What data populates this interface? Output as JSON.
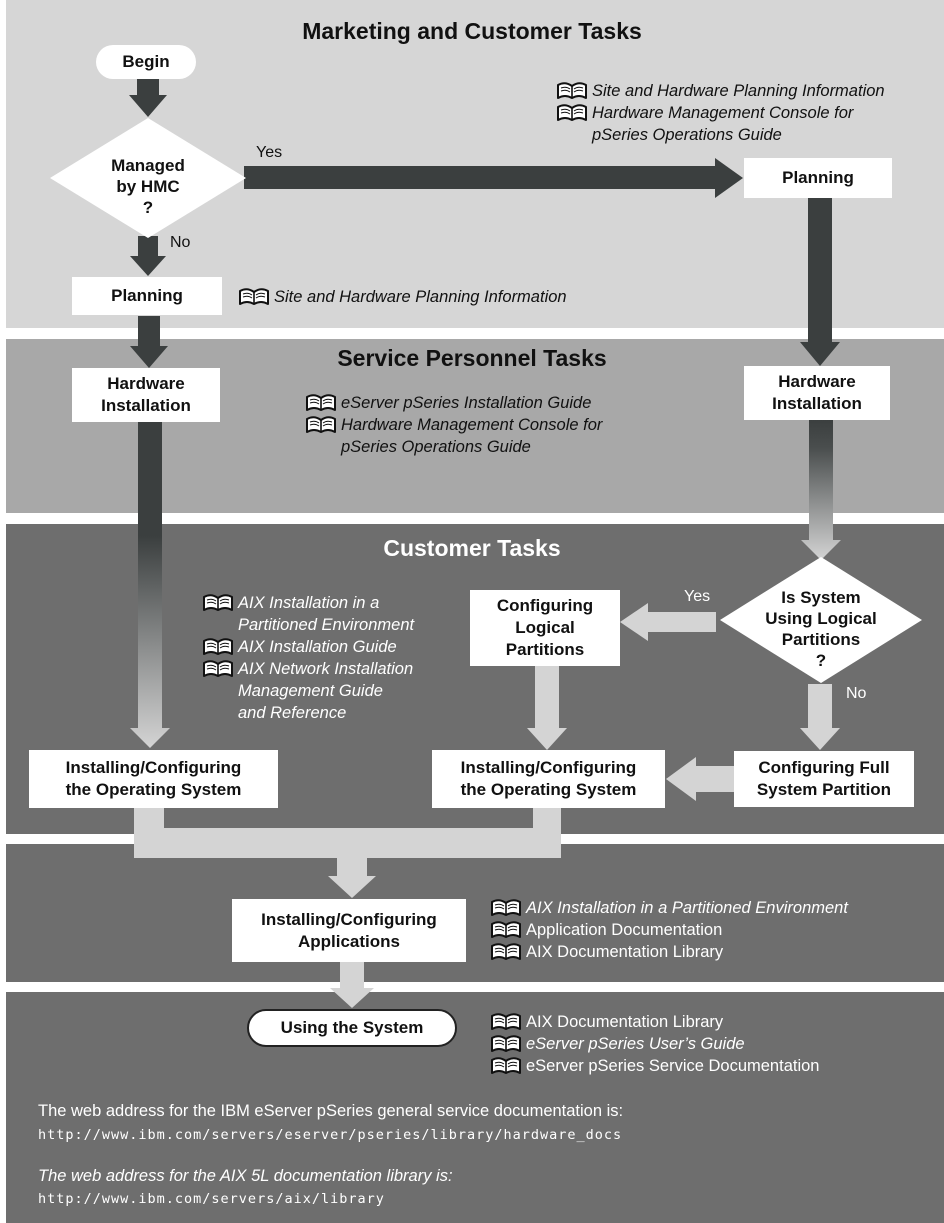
{
  "sections": {
    "marketing": "Marketing and Customer Tasks",
    "service": "Service Personnel Tasks",
    "customer": "Customer Tasks"
  },
  "nodes": {
    "begin": "Begin",
    "managed_hmc": [
      "Managed",
      "by HMC",
      "?"
    ],
    "planning_left": "Planning",
    "planning_right": "Planning",
    "hw_install_left": [
      "Hardware",
      "Installation"
    ],
    "hw_install_right": [
      "Hardware",
      "Installation"
    ],
    "is_system_lpar": [
      "Is System",
      "Using Logical",
      "Partitions",
      "?"
    ],
    "config_lpar": [
      "Configuring",
      "Logical",
      "Partitions"
    ],
    "config_full": [
      "Configuring Full",
      "System Partition"
    ],
    "install_os_left": [
      "Installing/Configuring",
      "the Operating System"
    ],
    "install_os_mid": [
      "Installing/Configuring",
      "the Operating System"
    ],
    "install_apps": [
      "Installing/Configuring",
      "Applications"
    ],
    "using_system": "Using the System"
  },
  "edge_labels": {
    "hmc_yes": "Yes",
    "hmc_no": "No",
    "lpar_yes": "Yes",
    "lpar_no": "No"
  },
  "refs": {
    "marketing_right": [
      {
        "text": "Site and Hardware Planning Information",
        "italic": true
      },
      {
        "text": "Hardware Management Console for",
        "italic": true
      },
      {
        "text": "pSeries Operations Guide",
        "italic": true
      }
    ],
    "marketing_left": [
      {
        "text": "Site and Hardware Planning Information",
        "italic": true
      }
    ],
    "service": [
      {
        "text": "eServer pSeries Installation Guide",
        "italic": true
      },
      {
        "text": "Hardware Management Console for",
        "italic": true
      },
      {
        "text": "pSeries Operations Guide",
        "italic": true
      }
    ],
    "customer": [
      {
        "text": "AIX Installation in a",
        "italic": true
      },
      {
        "text": "Partitioned Environment",
        "italic": true
      },
      {
        "text": "AIX Installation Guide",
        "italic": true
      },
      {
        "text": "AIX Network Installation",
        "italic": true
      },
      {
        "text": "Management Guide",
        "italic": true
      },
      {
        "text": "and Reference",
        "italic": true
      }
    ],
    "apps": [
      {
        "text": "AIX Installation in a Partitioned Environment",
        "italic": true
      },
      {
        "text": "Application Documentation",
        "italic": false
      },
      {
        "text": "AIX Documentation Library",
        "italic": false
      }
    ],
    "using": [
      {
        "text": "AIX Documentation Library",
        "italic": false
      },
      {
        "text": "eServer pSeries User’s Guide",
        "italic": true
      },
      {
        "text": "eServer pSeries Service Documentation",
        "italic": false
      }
    ]
  },
  "footer": {
    "service_docs_label": "The web address for the IBM eServer pSeries general service documentation is:",
    "service_docs_url": "http://www.ibm.com/servers/eserver/pseries/library/hardware_docs",
    "aix_library_label": "The web address for the AIX 5L documentation library is:",
    "aix_library_url": "http://www.ibm.com/servers/aix/library"
  },
  "colors": {
    "marketing_band": "#d6d6d6",
    "service_band": "#a8a8a8",
    "customer_band": "#6e6e6e",
    "dark_arrow": "#3b3f3f",
    "light_arrow": "#d4d4d4"
  }
}
